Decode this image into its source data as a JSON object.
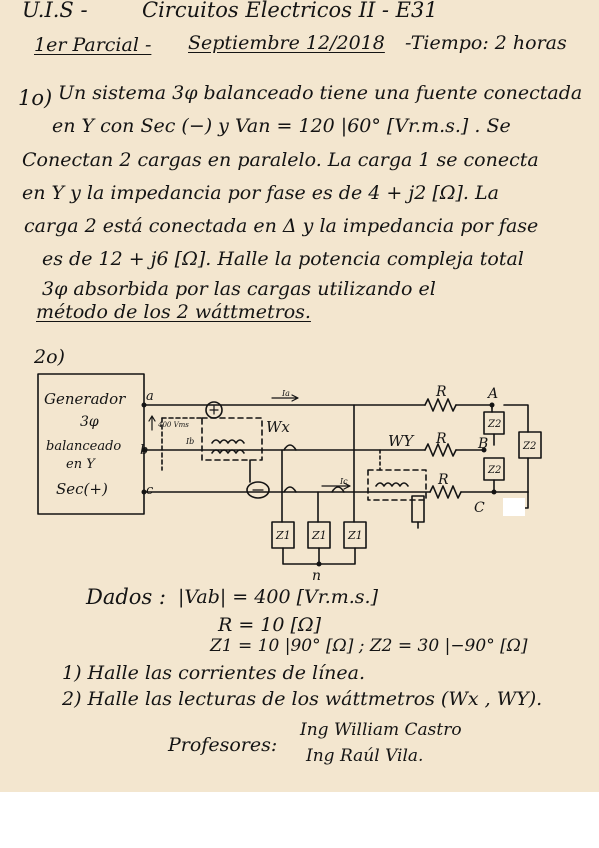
{
  "header": {
    "school": "U.I.S -",
    "course": "Circuitos   Electricos   II  - E31",
    "exam": "1er Parcial -",
    "date": "Septiembre 12/2018",
    "time": "-Tiempo: 2 horas"
  },
  "problem1": {
    "number": "1o)",
    "lines": [
      "Un sistema 3φ balanceado tiene una fuente conectada",
      "en Y  con Sec (−) y Van = 120 |60° [Vr.m.s.] . Se",
      "Conectan 2 cargas en paralelo. La carga 1 se conecta",
      "en Y y la impedancia por fase es de  4 + j2 [Ω].  La",
      "carga 2 está conectada en Δ y la impedancia  por fase",
      "es de  12 + j6 [Ω].  Halle  la  potencia compleja total",
      "3φ  absorbida por las cargas  utilizando  el",
      "método de los  2 wáttmetros."
    ]
  },
  "problem2": {
    "number": "2o)",
    "diagram": {
      "generator": [
        "Generador",
        "3φ",
        "balanceado",
        "en Y",
        "Sec(+)"
      ],
      "terminals": [
        "a",
        "b",
        "c"
      ],
      "load_nodes": [
        "A",
        "B",
        "C"
      ],
      "resistor_label": "R",
      "wattmeter_x": "Wx",
      "wattmeter_y": "WY",
      "z1": "Z1",
      "z2": "Z2",
      "neutral": "n",
      "vms_label": "400 Vms",
      "current_a": "Ia",
      "current_b": "Ib",
      "current_c": "Ic",
      "plus": "+",
      "minus": "−"
    },
    "given_label": "Dados :",
    "given": [
      "|Vab| = 400 [Vr.m.s.]",
      "R = 10 [Ω]",
      "Z1 = 10 |90° [Ω] ;  Z2 = 30 |−90° [Ω]"
    ],
    "questions": [
      "1)  Halle las  corrientes de línea.",
      "2)  Halle las lecturas de los wáttmetros (Wx , WY)."
    ]
  },
  "professors": {
    "label": "Profesores:",
    "names": [
      "Ing  William Castro",
      "Ing  Raúl  Vila."
    ]
  }
}
